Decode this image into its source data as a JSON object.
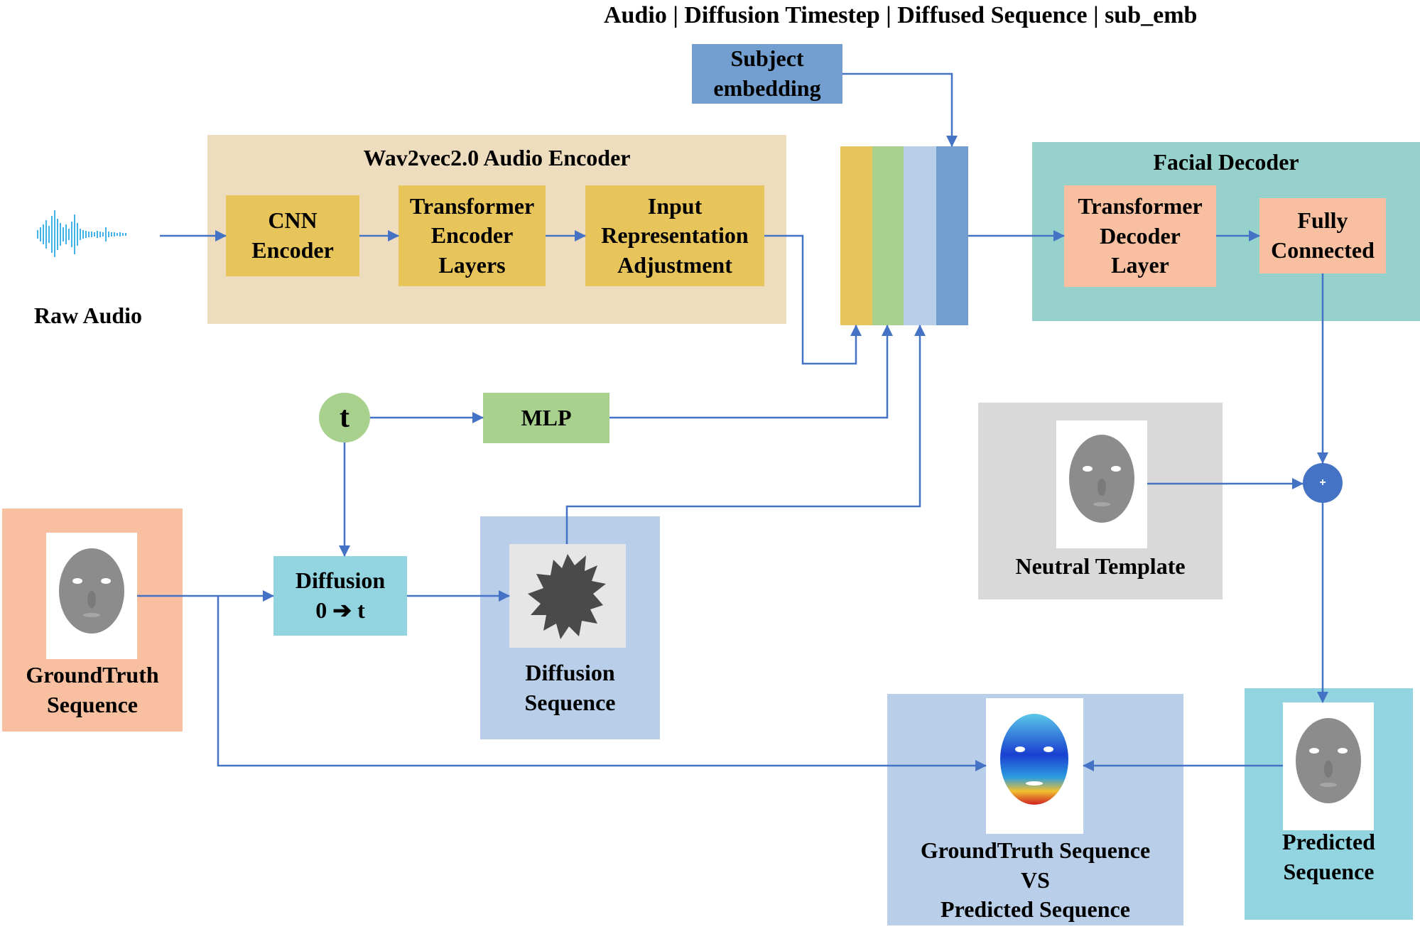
{
  "header": {
    "title": "Audio | Diffusion Timestep | Diffused Sequence  | sub_emb"
  },
  "subject_embedding": {
    "label": "Subject\nembedding"
  },
  "raw_audio": {
    "label": "Raw Audio"
  },
  "audio_encoder": {
    "title": "Wav2vec2.0 Audio Encoder",
    "blocks": [
      {
        "label": "CNN\nEncoder"
      },
      {
        "label": "Transformer\nEncoder\nLayers"
      },
      {
        "label": "Input\nRepresentation\nAdjustment"
      }
    ]
  },
  "concat_stack": {
    "segments": [
      "audio",
      "timestep",
      "diffused_sequence",
      "subject_embedding"
    ]
  },
  "facial_decoder": {
    "title": "Facial Decoder",
    "blocks": [
      {
        "label": "Transformer\nDecoder\nLayer"
      },
      {
        "label": "Fully\nConnected"
      }
    ]
  },
  "timestep": {
    "label": "t"
  },
  "mlp": {
    "label": "MLP"
  },
  "neutral_template": {
    "label": "Neutral Template"
  },
  "add_node": {
    "label": "+"
  },
  "groundtruth": {
    "label": "GroundTruth\nSequence"
  },
  "diffusion_op": {
    "label": "Diffusion\n0 ➔ t"
  },
  "diffusion_sequence": {
    "label": "Diffusion\nSequence"
  },
  "comparison": {
    "label": "GroundTruth Sequence\nVS\nPredicted Sequence"
  },
  "predicted": {
    "label": "Predicted\nSequence"
  },
  "colors": {
    "arrow": "#4472c4",
    "encoder_bg": "#eddcbd",
    "encoder_block": "#e8c55a",
    "decoder_bg": "#96d2cb",
    "decoder_block": "#f8c0a0",
    "subject": "#729fcf",
    "mlp": "#a8d18d",
    "diffusion_op": "#92d4e0",
    "seq_panel": "#b9cfe9",
    "neutral_panel": "#d9d9d9",
    "gt_panel": "#f8c0a0",
    "predicted_panel": "#92d4e0"
  }
}
